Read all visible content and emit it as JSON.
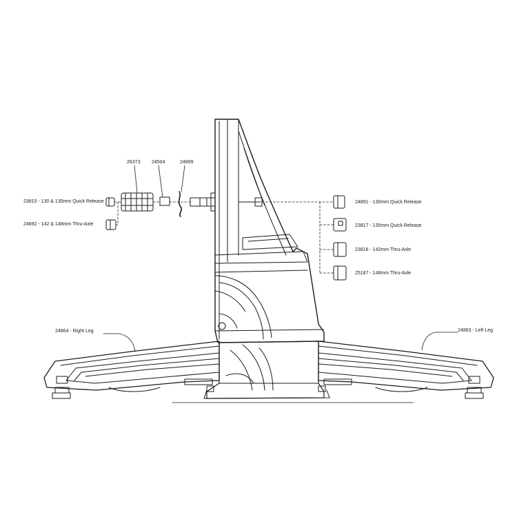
{
  "diagram": {
    "callouts": {
      "freehub": {
        "part": "26373"
      },
      "spacer": {
        "part": "24504"
      },
      "washer": {
        "part": "24899"
      },
      "qr_130_135": {
        "text": "23815 - 130 & 135mm Quick Release"
      },
      "thru_142_148": {
        "text": "24892 - 142 & 148mm Thru-Axle"
      },
      "qr_130": {
        "text": "24891 - 130mm Quick Release"
      },
      "qr_135": {
        "text": "23817 - 135mm Quick Release"
      },
      "thru_142": {
        "text": "23816 - 142mm Thru-Axle"
      },
      "thru_148": {
        "text": "25187 - 148mm Thru-Axle"
      },
      "right_leg": {
        "text": "24864 - Right Leg"
      },
      "left_leg": {
        "text": "24863 - Left Leg"
      }
    },
    "line_color": "#1a1a1a"
  }
}
